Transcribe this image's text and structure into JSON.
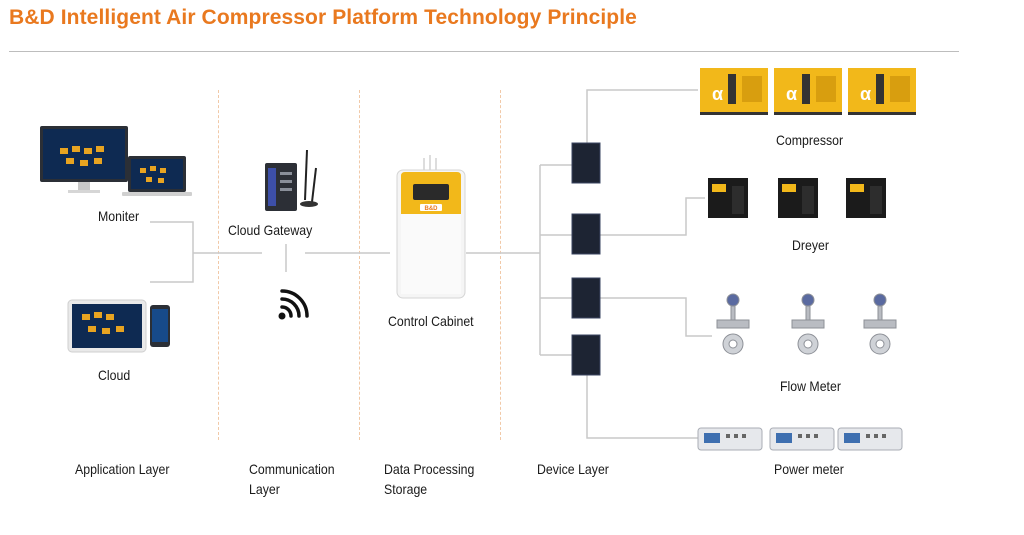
{
  "title": "B&D Intelligent Air Compressor Platform Technology Principle",
  "nodes": {
    "monitor": "Moniter",
    "cloud": "Cloud",
    "cloud_gateway": "Cloud Gateway",
    "control_cabinet": "Control Cabinet",
    "compressor": "Compressor",
    "dryer": "Dreyer",
    "flow_meter": "Flow Meter",
    "power_meter": "Power meter"
  },
  "layers": {
    "application": "Application Layer",
    "communication_1": "Communication",
    "communication_2": "Layer",
    "data_processing_1": "Data Processing",
    "data_processing_2": "Storage",
    "device": "Device Layer"
  },
  "device_badge": "B&D",
  "colors": {
    "accent": "#e9791f",
    "compressor_yellow": "#f2b81a",
    "dark_unit": "#1b1b1b",
    "server_blue": "#1d2433",
    "line_gray": "#c9c9c9"
  }
}
